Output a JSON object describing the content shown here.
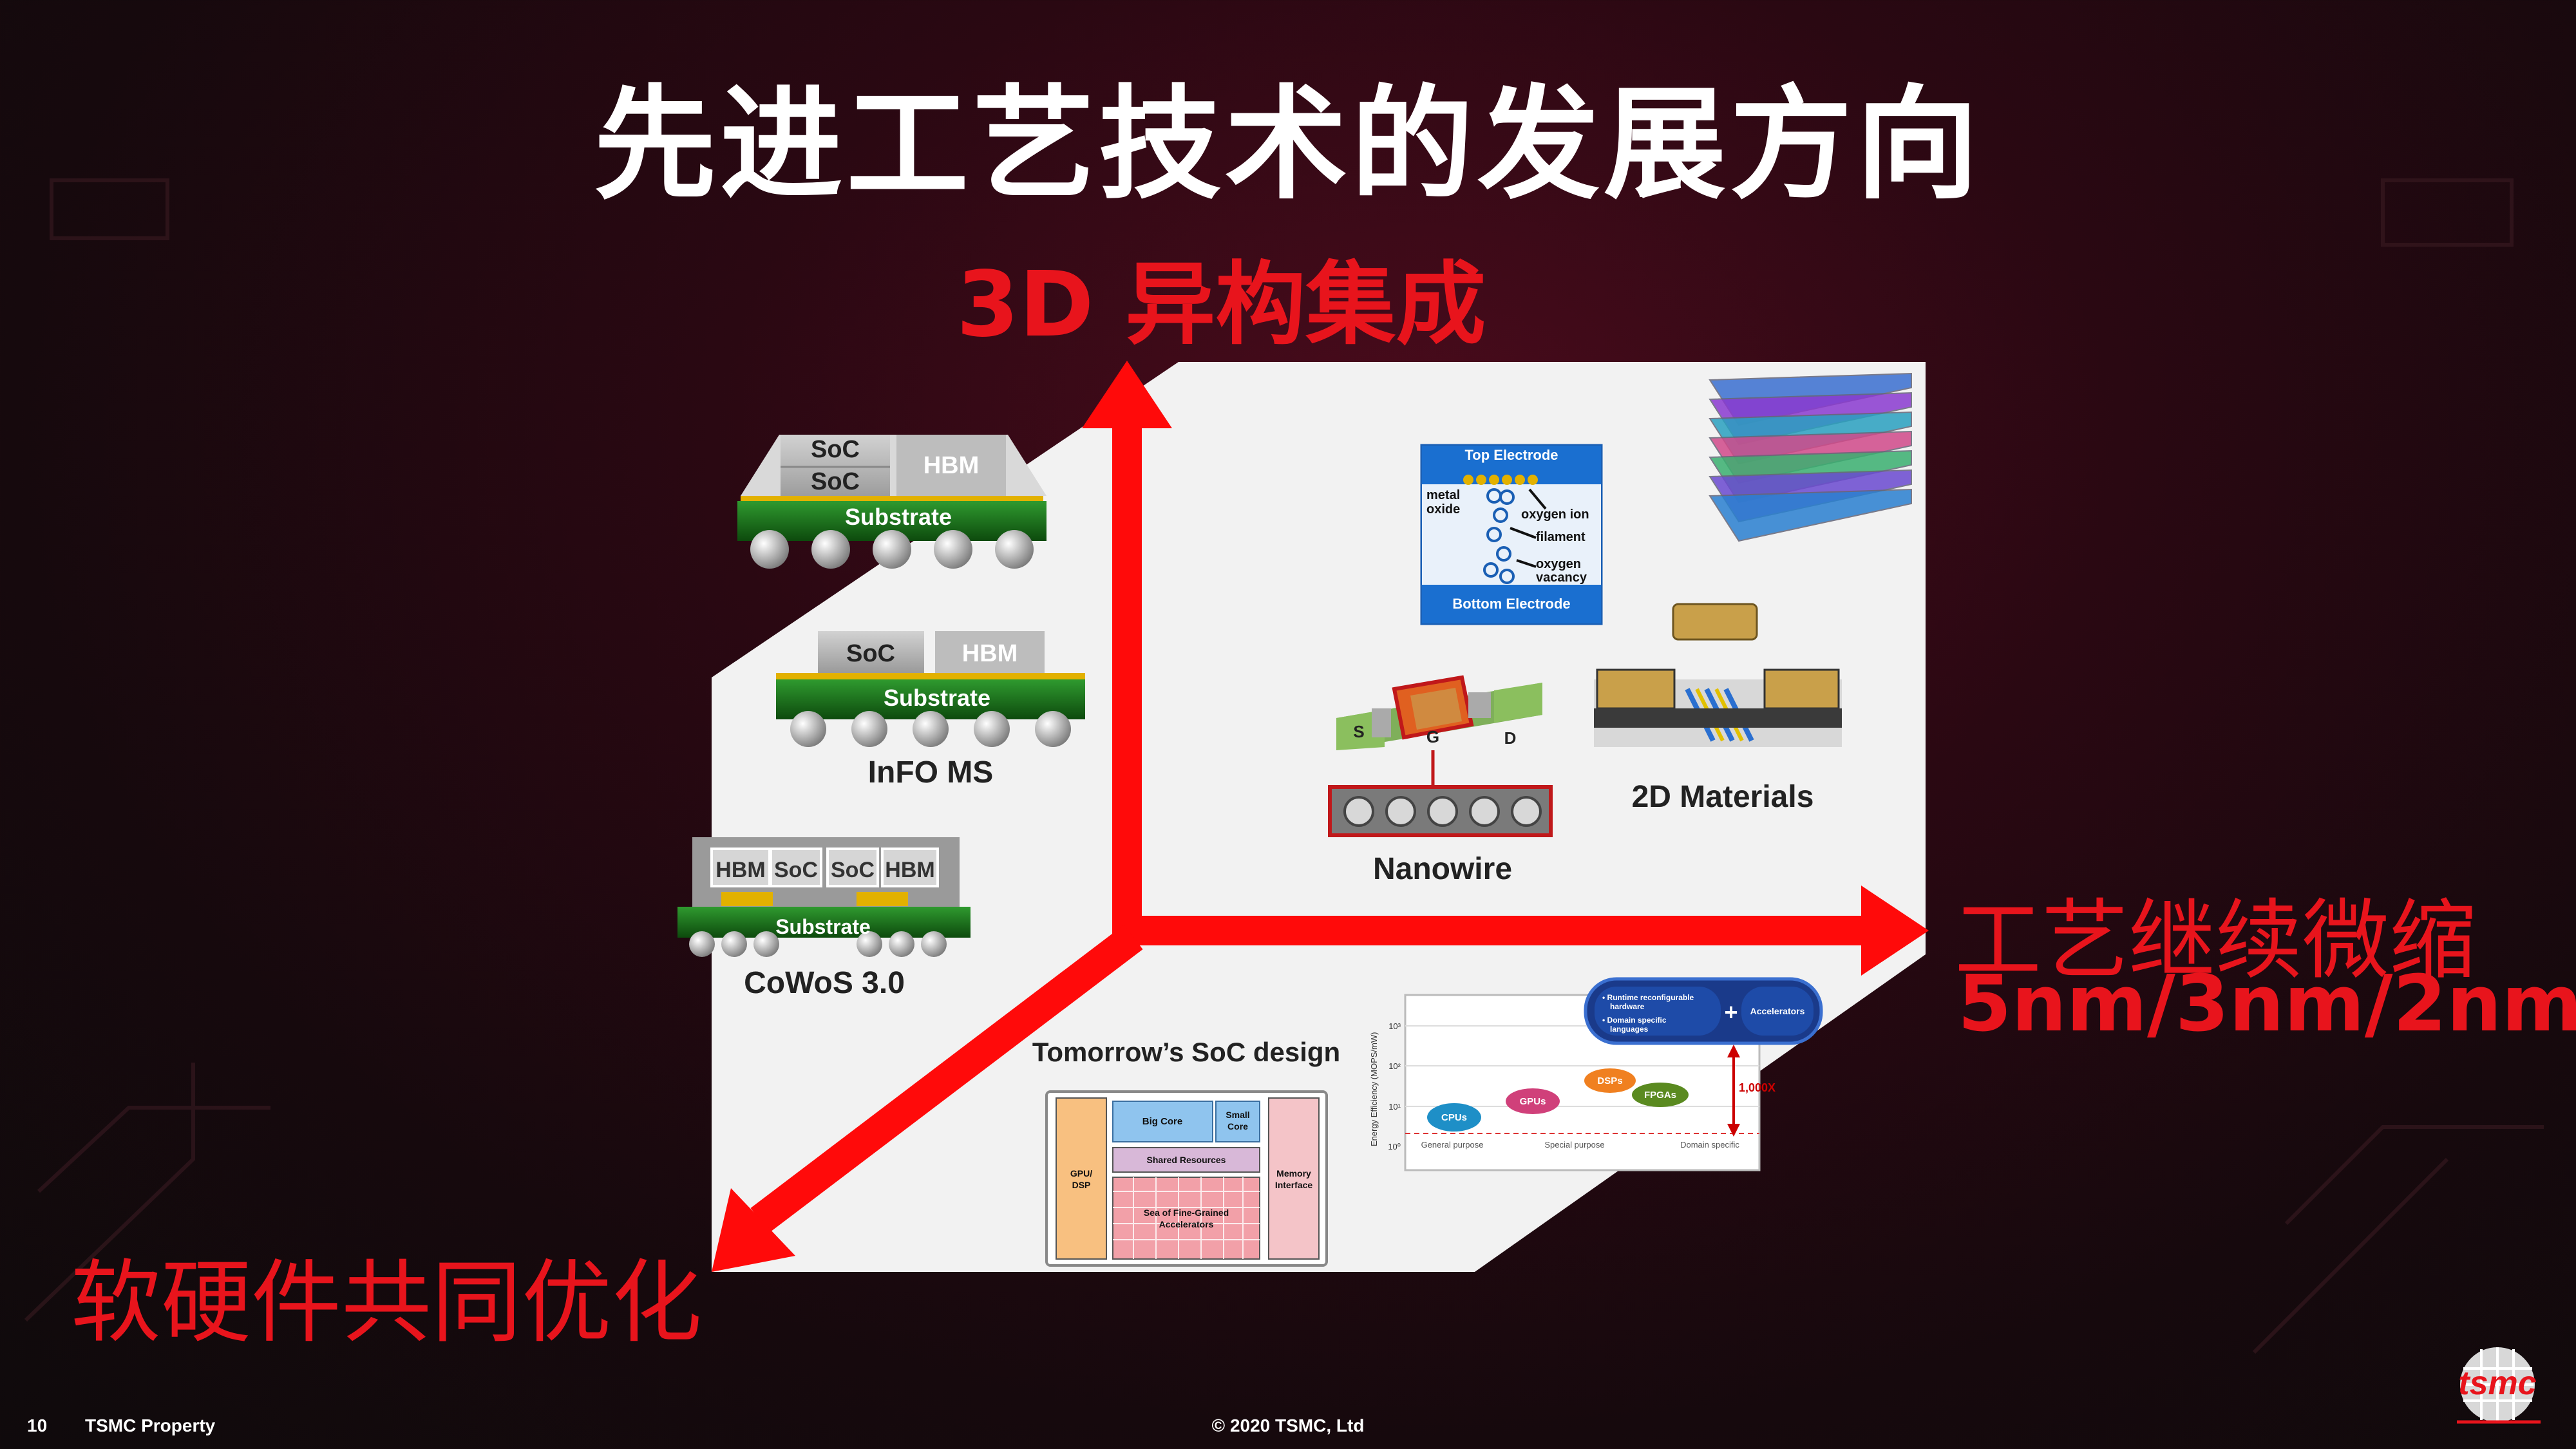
{
  "slide": {
    "title": "先进工艺技术的发展方向",
    "axis_up": "3D 异构集成",
    "axis_right_1": "工艺继续微缩",
    "axis_right_2": "5nm/3nm/2nm…",
    "axis_down": "软硬件共同优化",
    "page_number": "10",
    "property": "TSMC Property",
    "copyright": "© 2020 TSMC, Ltd",
    "logo_text": "tsmc"
  },
  "packages": {
    "soic": {
      "soc_top": "SoC",
      "soc_bottom": "SoC",
      "hbm": "HBM",
      "substrate": "Substrate"
    },
    "info": {
      "soc": "SoC",
      "hbm": "HBM",
      "substrate": "Substrate",
      "caption": "InFO MS"
    },
    "cowos": {
      "hbm1": "HBM",
      "soc1": "SoC",
      "soc2": "SoC",
      "hbm2": "HBM",
      "substrate": "Substrate",
      "caption": "CoWoS 3.0"
    }
  },
  "memory": {
    "top_electrode": "Top Electrode",
    "metal_oxide_1": "metal",
    "metal_oxide_2": "oxide",
    "oxygen_ion": "oxygen  ion",
    "filament": "filament",
    "oxygen_vacancy_1": "oxygen",
    "oxygen_vacancy_2": "vacancy",
    "bottom_electrode": "Bottom Electrode"
  },
  "devices": {
    "nanowire": "Nanowire",
    "materials_2d": "2D Materials",
    "s": "S",
    "g": "G",
    "d": "D"
  },
  "soc_design": {
    "title": "Tomorrow’s SoC design",
    "gpu_1": "GPU/",
    "gpu_2": "DSP",
    "big_core": "Big Core",
    "small_core_1": "Small",
    "small_core_2": "Core",
    "memory_if_1": "Memory",
    "memory_if_2": "Interface",
    "shared": "Shared Resources",
    "fine_grained_1": "Sea of Fine-Grained",
    "fine_grained_2": "Accelerators"
  },
  "efficiency_chart": {
    "ylabel": "Energy Efficiency (MOPS/mW)",
    "yticks": [
      "10³",
      "10²",
      "10¹",
      "10⁰"
    ],
    "xcats": [
      "General purpose",
      "Special purpose",
      "Domain specific"
    ],
    "bubbles": [
      "CPUs",
      "GPUs",
      "DSPs",
      "FPGAs"
    ],
    "gain": "1,000X",
    "bullet_1": "• Runtime reconfigurable",
    "bullet_1b": "hardware",
    "bullet_2": "• Domain specific",
    "bullet_2b": "languages",
    "plus": "+",
    "accelerators": "Accelerators"
  }
}
